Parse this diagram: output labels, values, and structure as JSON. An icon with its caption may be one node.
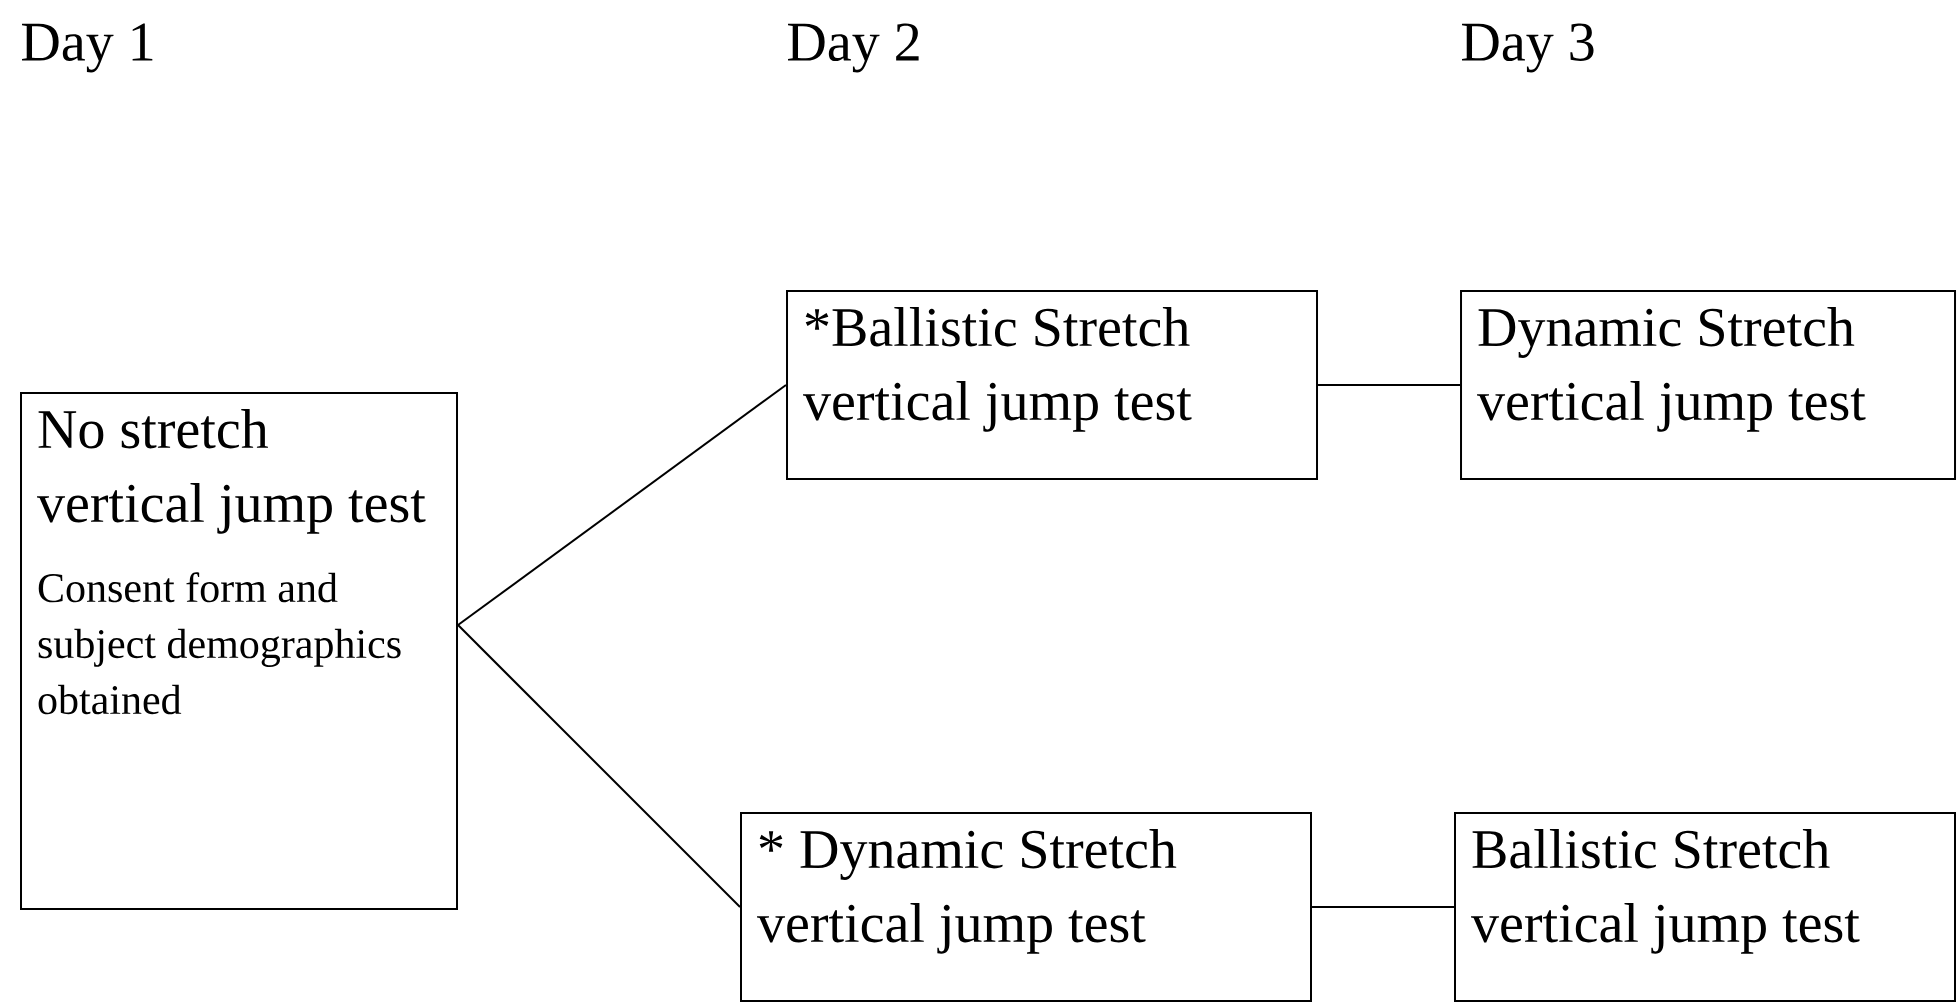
{
  "diagram": {
    "nodes": [
      {
        "text": [
          "No stretch vertical jump test",
          "Consent form and subject demographics obtained"
        ]
      },
      {
        "text": [
          "*Ballistic Stretch vertical jump test"
        ]
      },
      {
        "text": [
          "Dynamic Stretch vertical jump test"
        ]
      },
      {
        "text": [
          "* Dynamic Stretch vertical jump test"
        ]
      },
      {
        "text": [
          "Ballistic Stretch vertical jump test"
        ]
      }
    ],
    "edges": [
      {
        "from": 0,
        "to": 1,
        "arrow": "none"
      },
      {
        "from": 1,
        "to": 2,
        "arrow": "none"
      },
      {
        "from": 0,
        "to": 3,
        "arrow": "none"
      },
      {
        "from": 3,
        "to": 4,
        "arrow": "none"
      }
    ],
    "labels": [
      "Day 1",
      "Day 2",
      "Day 3"
    ]
  }
}
